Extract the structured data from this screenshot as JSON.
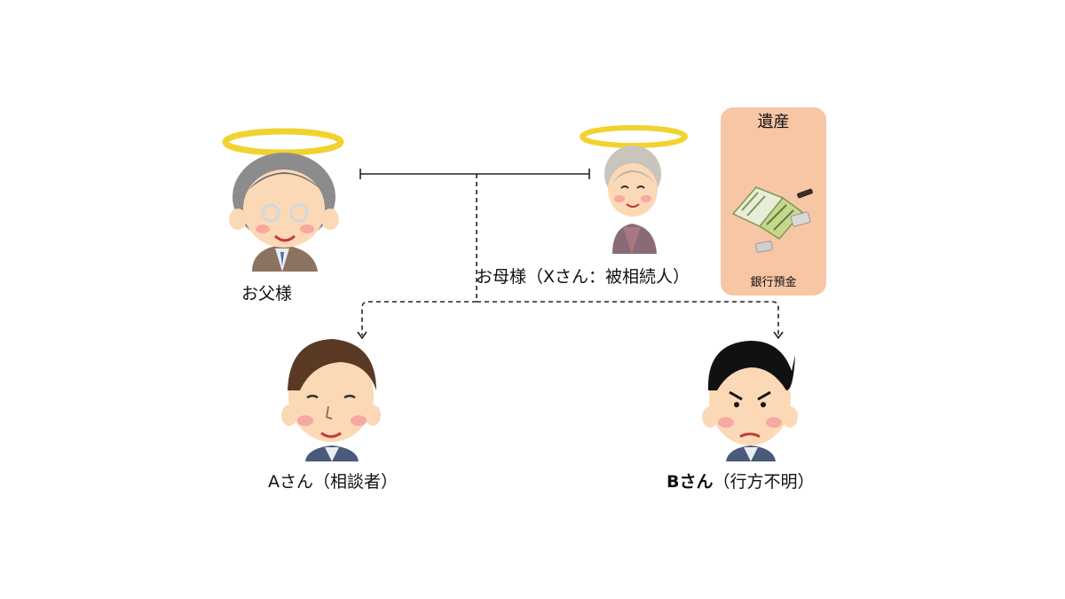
{
  "people": {
    "father": {
      "label": "お父様"
    },
    "mother": {
      "label": "お母様（Xさん：被相続人）"
    },
    "child_a": {
      "label": "Aさん（相談者）"
    },
    "child_b": {
      "label_bold": "Bさん",
      "label_rest": "（行方不明）"
    }
  },
  "estate": {
    "title": "遺産",
    "item": "銀行預金"
  },
  "colors": {
    "halo": "#f2d22e",
    "estate_bg": "#f7c6a5",
    "line": "#222222",
    "skin": "#fbd9b6",
    "cheek": "#f7a8a0"
  }
}
